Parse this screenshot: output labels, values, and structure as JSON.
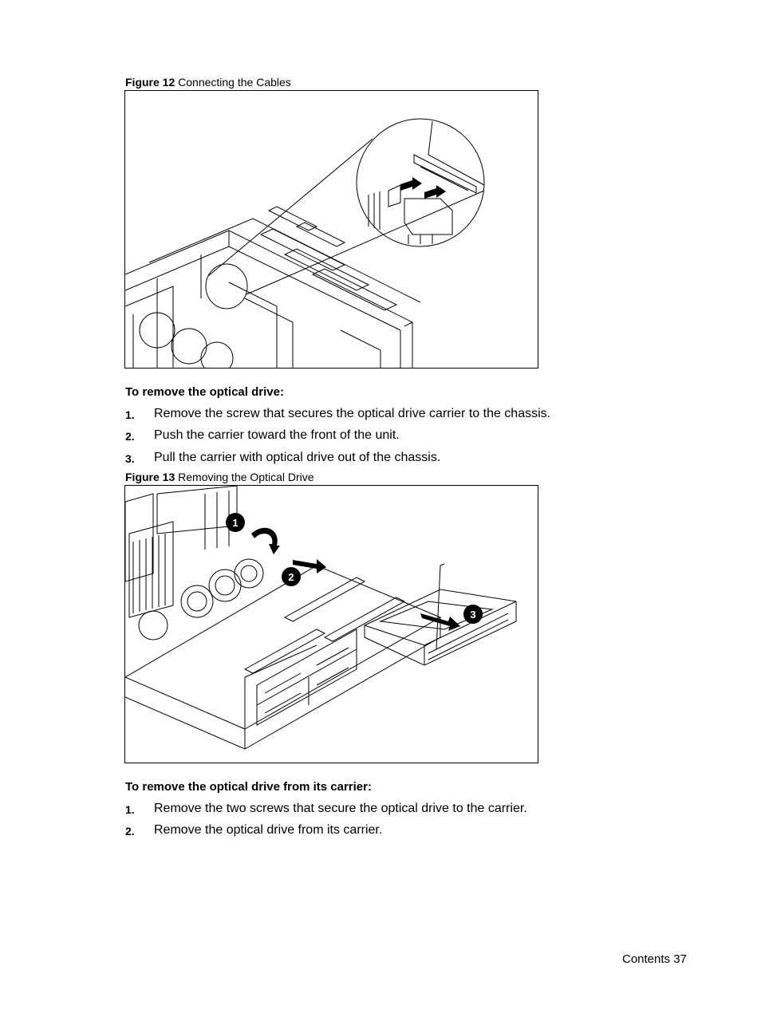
{
  "figure12": {
    "label": "Figure 12",
    "title": "Connecting the Cables"
  },
  "section1": {
    "heading": "To remove the optical drive:",
    "steps": [
      {
        "num": "1.",
        "text": "Remove the screw that secures the optical drive carrier to the chassis."
      },
      {
        "num": "2.",
        "text": "Push the carrier toward the front of the unit."
      },
      {
        "num": "3.",
        "text": "Pull the carrier with optical drive out of the chassis."
      }
    ]
  },
  "figure13": {
    "label": "Figure 13",
    "title": "Removing the Optical Drive",
    "callouts": [
      "1",
      "2",
      "3"
    ]
  },
  "section2": {
    "heading": "To remove the optical drive from its carrier:",
    "steps": [
      {
        "num": "1.",
        "text": "Remove the two screws that secure the optical drive to the carrier."
      },
      {
        "num": "2.",
        "text": "Remove the optical drive from its carrier."
      }
    ]
  },
  "footer": {
    "text": "Contents 37"
  }
}
